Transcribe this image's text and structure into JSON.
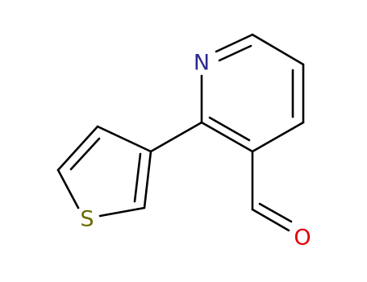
{
  "molecule": {
    "atoms": [
      {
        "symbol": "N",
        "color": "#2b2b8c"
      },
      {
        "symbol": "S",
        "color": "#6b6b00"
      },
      {
        "symbol": "O",
        "color": "#e00000"
      }
    ],
    "colors": {
      "bond": "#000000",
      "background": "#ffffff"
    }
  }
}
